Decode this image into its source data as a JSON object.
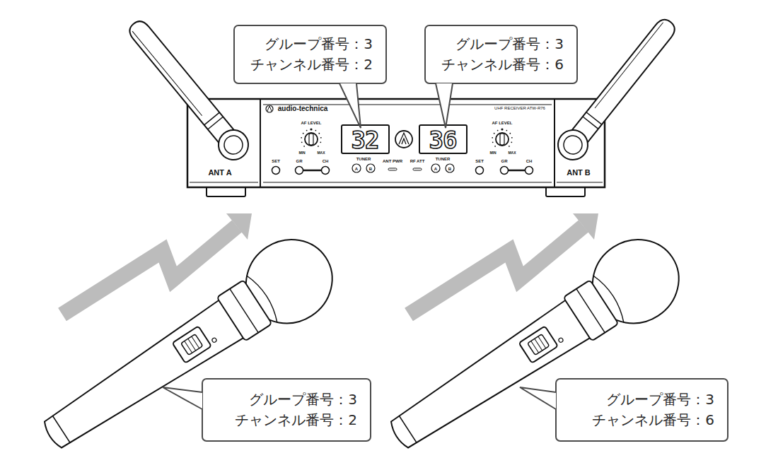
{
  "diagram": {
    "nodes": [
      {
        "text": [
          "グループ番号：3",
          "チャンネル番号：2"
        ]
      },
      {
        "text": [
          "グループ番号：3",
          "チャンネル番号：6"
        ]
      },
      {
        "text": [
          "グループ番号：3",
          "チャンネル番号：2"
        ]
      },
      {
        "text": [
          "グループ番号：3",
          "チャンネル番号：6"
        ]
      }
    ],
    "labels": [
      "audio-technica",
      "UHF RECEIVER ATW-R76",
      "AF LEVEL",
      "MIN",
      "MAX",
      "SET",
      "GR",
      "CH",
      "32",
      "TUNER",
      "A",
      "B",
      "ANT PWR",
      "RF ATT",
      "36",
      "TUNER",
      "A",
      "B",
      "AF LEVEL",
      "MIN",
      "MAX",
      "SET",
      "GR",
      "CH",
      "ANT A",
      "ANT B"
    ]
  }
}
